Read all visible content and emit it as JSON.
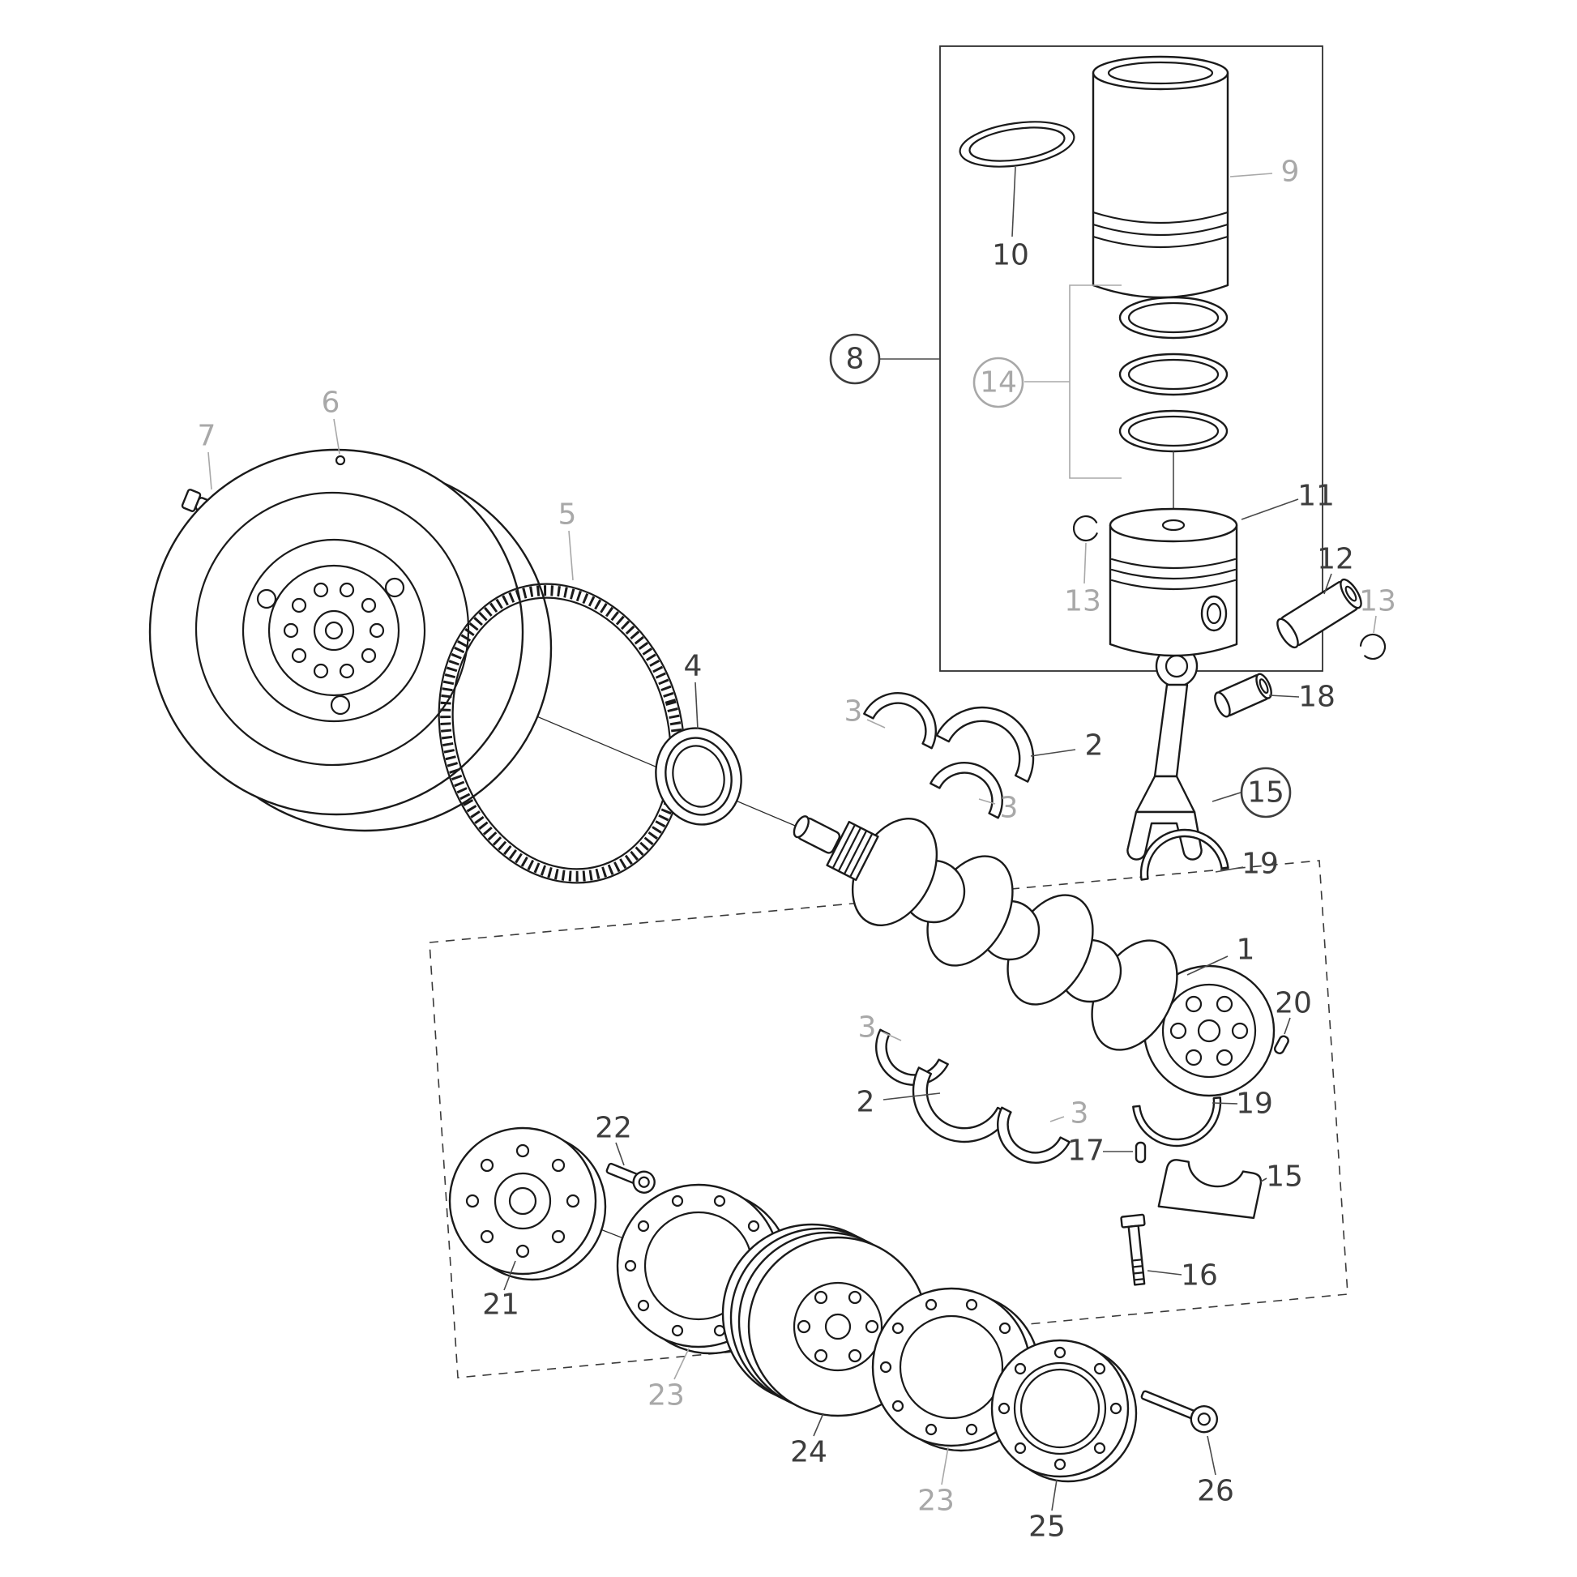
{
  "meta": {
    "background": "#ffffff"
  },
  "colors": {
    "line": "#1a1a1a",
    "label_dark": "#3d3d3d",
    "label_gray": "#a8a8a8",
    "dashed_outline": "#3a3a3a"
  },
  "callouts": [
    {
      "n": "1",
      "tone": "dark",
      "circled": false
    },
    {
      "n": "2",
      "tone": "dark",
      "circled": false
    },
    {
      "n": "2",
      "tone": "dark",
      "circled": false
    },
    {
      "n": "3",
      "tone": "gray",
      "circled": false
    },
    {
      "n": "3",
      "tone": "gray",
      "circled": false
    },
    {
      "n": "3",
      "tone": "gray",
      "circled": false
    },
    {
      "n": "3",
      "tone": "gray",
      "circled": false
    },
    {
      "n": "4",
      "tone": "dark",
      "circled": false
    },
    {
      "n": "5",
      "tone": "gray",
      "circled": false
    },
    {
      "n": "6",
      "tone": "gray",
      "circled": false
    },
    {
      "n": "7",
      "tone": "gray",
      "circled": false
    },
    {
      "n": "8",
      "tone": "dark",
      "circled": true
    },
    {
      "n": "9",
      "tone": "gray",
      "circled": false
    },
    {
      "n": "10",
      "tone": "dark",
      "circled": false
    },
    {
      "n": "11",
      "tone": "dark",
      "circled": false
    },
    {
      "n": "12",
      "tone": "dark",
      "circled": false
    },
    {
      "n": "13",
      "tone": "gray",
      "circled": false
    },
    {
      "n": "13",
      "tone": "gray",
      "circled": false
    },
    {
      "n": "14",
      "tone": "gray",
      "circled": true
    },
    {
      "n": "15",
      "tone": "dark",
      "circled": true
    },
    {
      "n": "15",
      "tone": "dark",
      "circled": false
    },
    {
      "n": "16",
      "tone": "dark",
      "circled": false
    },
    {
      "n": "17",
      "tone": "dark",
      "circled": false
    },
    {
      "n": "18",
      "tone": "dark",
      "circled": false
    },
    {
      "n": "19",
      "tone": "dark",
      "circled": false
    },
    {
      "n": "19",
      "tone": "dark",
      "circled": false
    },
    {
      "n": "20",
      "tone": "dark",
      "circled": false
    },
    {
      "n": "21",
      "tone": "dark",
      "circled": false
    },
    {
      "n": "22",
      "tone": "dark",
      "circled": false
    },
    {
      "n": "23",
      "tone": "gray",
      "circled": false
    },
    {
      "n": "23",
      "tone": "gray",
      "circled": false
    },
    {
      "n": "24",
      "tone": "dark",
      "circled": false
    },
    {
      "n": "25",
      "tone": "dark",
      "circled": false
    },
    {
      "n": "26",
      "tone": "dark",
      "circled": false
    }
  ]
}
